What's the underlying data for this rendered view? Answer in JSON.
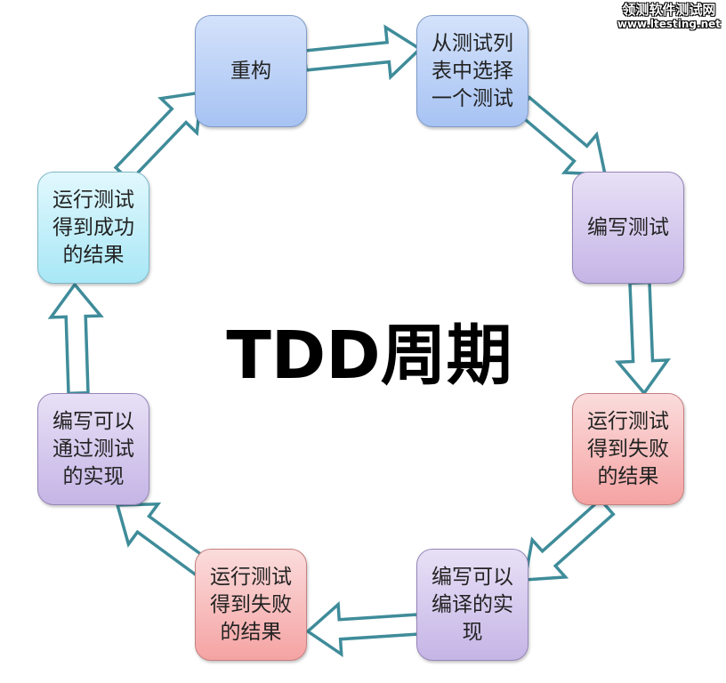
{
  "title": "TDD周期",
  "watermark": {
    "line1": "领测软件测试网",
    "line2": "www.ltesting.net"
  },
  "steps": [
    {
      "label": "重构",
      "color": "blue"
    },
    {
      "label": "从测试列\n表中选择\n一个测试",
      "color": "blue"
    },
    {
      "label": "编写测试",
      "color": "purple"
    },
    {
      "label": "运行测试\n得到失败\n的结果",
      "color": "red"
    },
    {
      "label": "编写可以\n编译的实\n现",
      "color": "purple"
    },
    {
      "label": "运行测试\n得到失败\n的结果",
      "color": "red"
    },
    {
      "label": "编写可以\n通过测试\n的实现",
      "color": "purple"
    },
    {
      "label": "运行测试\n得到成功\n的结果",
      "color": "cyan"
    }
  ],
  "colors": {
    "arrow_stroke": "#3f8c9a",
    "arrow_fill": "#ffffff"
  }
}
